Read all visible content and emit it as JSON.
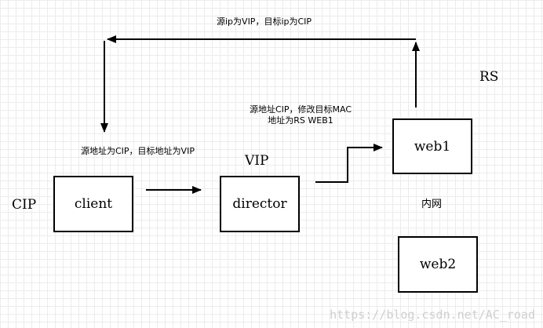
{
  "nodes": {
    "client": "client",
    "director": "director",
    "web1": "web1",
    "web2": "web2"
  },
  "labels": {
    "cip": "CIP",
    "vip": "VIP",
    "rs": "RS",
    "intranet": "内网",
    "top_return": "源ip为VIP，目标ip为CIP",
    "client_to_director": "源地址为CIP，目标地址为VIP",
    "director_to_web1_line1": "源地址CIP，修改目标MAC",
    "director_to_web1_line2": "地址为RS WEB1"
  },
  "watermark": "https://blog.csdn.net/AC_road"
}
